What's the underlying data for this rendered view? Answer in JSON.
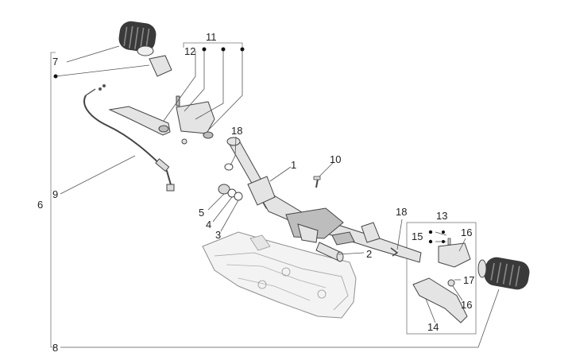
{
  "diagram": {
    "callouts": {
      "c1": "1",
      "c2": "2",
      "c3": "3",
      "c4": "4",
      "c5": "5",
      "c6": "6",
      "c7": "7",
      "c8": "8",
      "c9": "9",
      "c10": "10",
      "c11": "11",
      "c12": "12",
      "c13": "13",
      "c14": "14",
      "c15": "15",
      "c16a": "16",
      "c16b": "16",
      "c17": "17",
      "c18a": "18",
      "c18b": "18"
    }
  }
}
